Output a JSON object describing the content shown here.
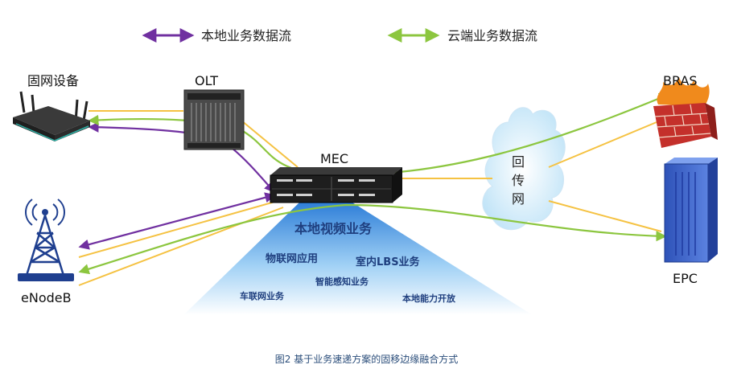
{
  "legend": {
    "local": {
      "label": "本地业务数据流",
      "color": "#7030a0"
    },
    "cloud": {
      "label": "云端业务数据流",
      "color": "#8cc63f"
    }
  },
  "devices": {
    "fixed": "固网设备",
    "olt": "OLT",
    "mec": "MEC",
    "bras": "BRAS",
    "epc": "EPC",
    "enodeb": "eNodeB",
    "backhaul": [
      "回",
      "传",
      "网"
    ]
  },
  "services": {
    "video": "本地视频业务",
    "iot": "物联网应用",
    "lbs": "室内LBS业务",
    "sensing": "智能感知业务",
    "vehicle": "车联网业务",
    "capability": "本地能力开放"
  },
  "link_color": "#f5c242",
  "caption": "图2  基于业务速递方案的固移边缘融合方式"
}
